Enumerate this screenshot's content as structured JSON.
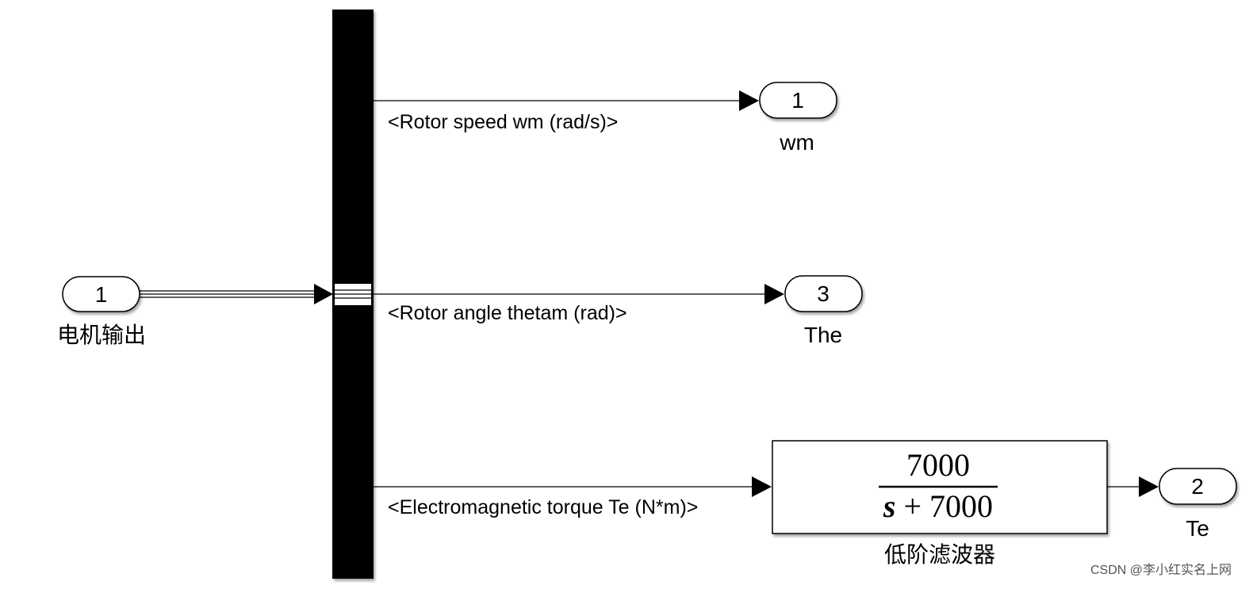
{
  "inport": {
    "number": "1",
    "label": "电机输出"
  },
  "signals": [
    {
      "label": "<Rotor speed wm (rad/s)>"
    },
    {
      "label": "<Rotor angle thetam (rad)>"
    },
    {
      "label": "<Electromagnetic torque Te (N*m)>"
    }
  ],
  "outports": [
    {
      "number": "1",
      "label": "wm"
    },
    {
      "number": "3",
      "label": "The"
    },
    {
      "number": "2",
      "label": "Te"
    }
  ],
  "filter_block": {
    "numerator": "7000",
    "denominator_var": "s",
    "denominator_rest": " + 7000",
    "label": "低阶滤波器"
  },
  "watermark": "CSDN @李小红实名上网"
}
